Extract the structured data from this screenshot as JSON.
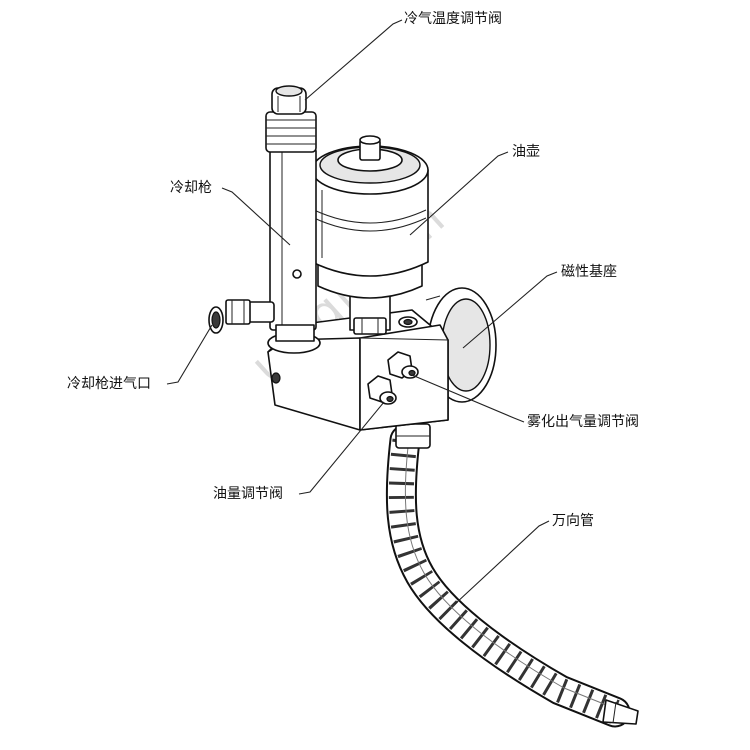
{
  "labels": {
    "cold_air_temp_valve": "冷气温度调节阀",
    "oil_pot": "油壶",
    "cooling_gun": "冷却枪",
    "magnetic_base": "磁性基座",
    "cooling_gun_air_inlet": "冷却枪进气口",
    "mist_output_valve": "雾化出气量调节阀",
    "oil_volume_valve": "油量调节阀",
    "flexible_hose": "万向管"
  },
  "watermark": "uyiqi.com"
}
